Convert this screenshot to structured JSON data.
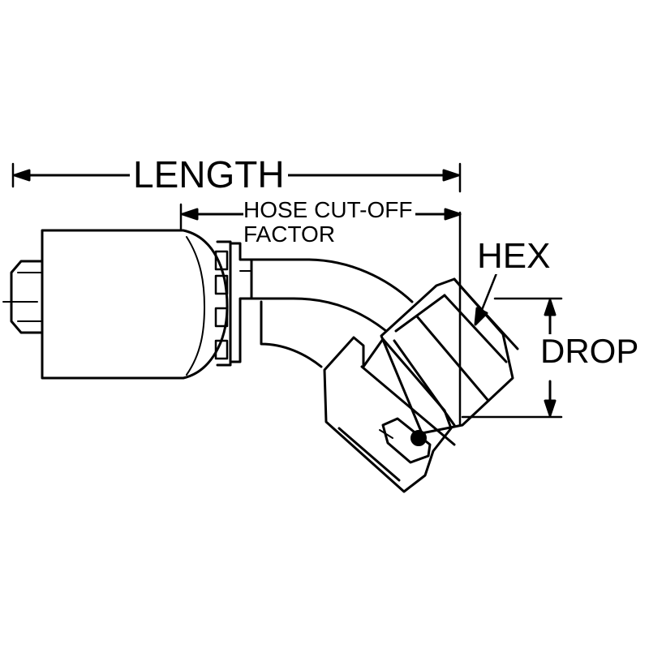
{
  "labels": {
    "length": "LENGTH",
    "cutoff_line1": "HOSE CUT-OFF",
    "cutoff_line2": "FACTOR",
    "hex": "HEX",
    "drop": "DROP"
  },
  "colors": {
    "line": "#000000",
    "background": "#ffffff"
  }
}
